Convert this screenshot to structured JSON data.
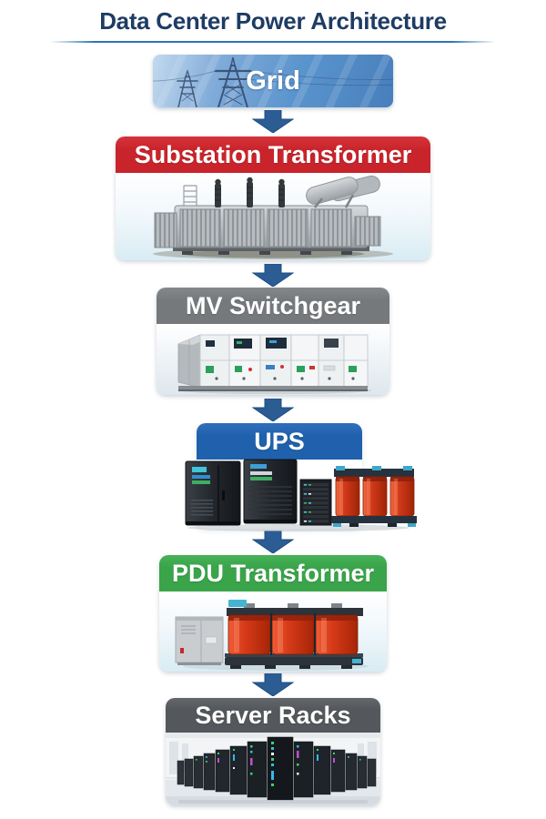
{
  "title": "Data Center Power Architecture",
  "stages": [
    {
      "label": "Grid",
      "header_color": "#4f8ac8",
      "image": "transmission-towers"
    },
    {
      "label": "Substation Transformer",
      "header_color": "#c9242b",
      "image": "substation-transformer"
    },
    {
      "label": "MV Switchgear",
      "header_color": "#76797c",
      "image": "mv-switchgear-lineup"
    },
    {
      "label": "UPS",
      "header_color": "#2061ad",
      "image": "ups-units-with-transformer"
    },
    {
      "label": "PDU Transformer",
      "header_color": "#3aa44a",
      "image": "pdu-transformer"
    },
    {
      "label": "Server Racks",
      "header_color": "#54575b",
      "image": "server-rack-rows"
    }
  ],
  "colors": {
    "title_text": "#1e3c64",
    "title_underline": "#2e74b5",
    "flow_arrow": "#2b5c94",
    "card_body_tint": "#d9ecf4",
    "background": "#ffffff"
  },
  "icons": {
    "flow_connector": "arrow-down-icon"
  }
}
